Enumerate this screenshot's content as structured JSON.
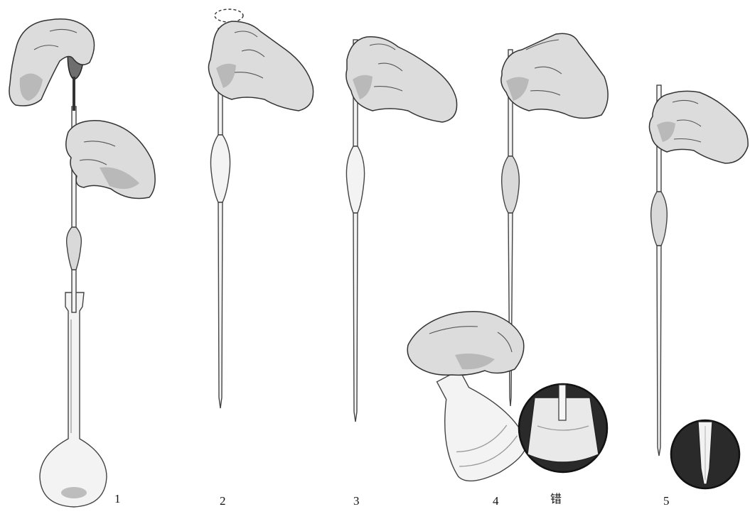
{
  "figure": {
    "steps": [
      {
        "label": "1"
      },
      {
        "label": "2"
      },
      {
        "label": "3"
      },
      {
        "label": "4"
      },
      {
        "label": "5"
      }
    ],
    "wrong_label": "错"
  },
  "icons": [
    "pipette-icon",
    "hand-icon",
    "rubber-bulb-icon",
    "volumetric-flask-icon",
    "conical-flask-icon",
    "magnified-view-icon",
    "pipette-tip-icon"
  ],
  "colors": {
    "line": "#444444",
    "hand": "#dcdcdc",
    "dark_circle": "#2a2a2a"
  }
}
